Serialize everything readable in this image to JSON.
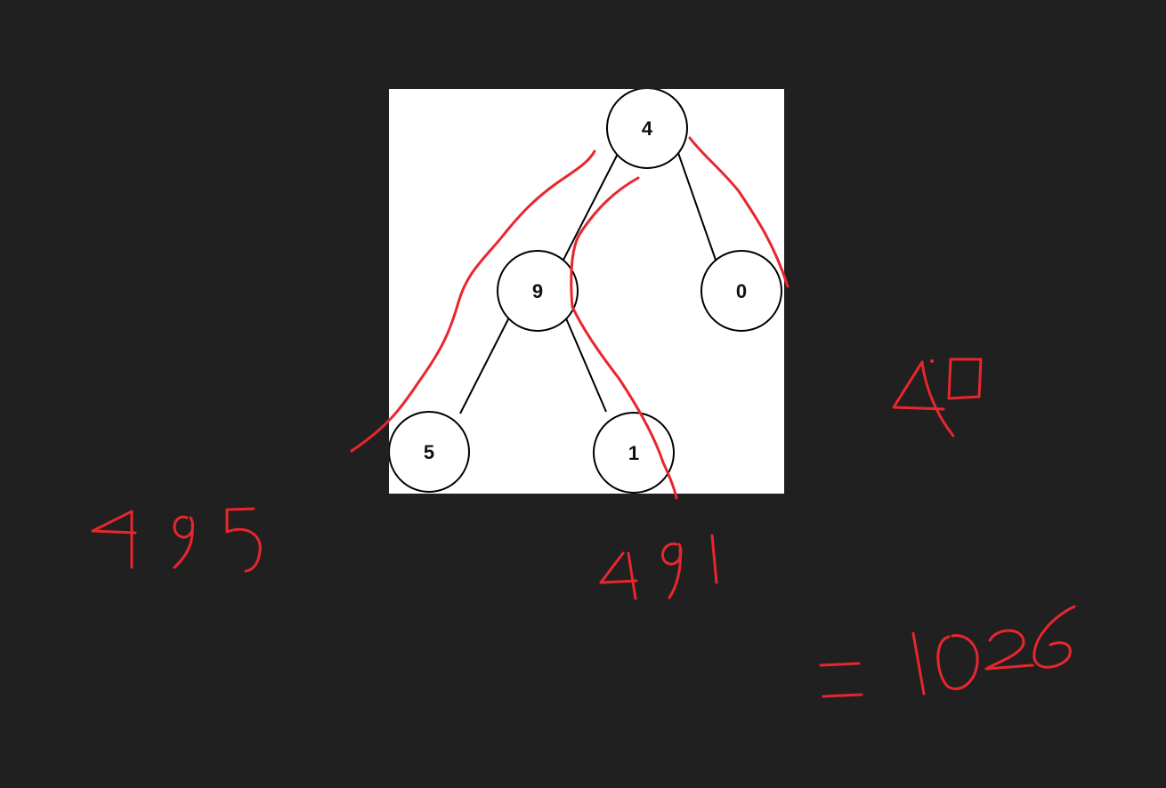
{
  "tree": {
    "nodes": [
      {
        "id": "root",
        "label": "4"
      },
      {
        "id": "left",
        "label": "9"
      },
      {
        "id": "right",
        "label": "0"
      },
      {
        "id": "left-left",
        "label": "5"
      },
      {
        "id": "left-right",
        "label": "1"
      }
    ],
    "edges": [
      {
        "from": "root",
        "to": "left"
      },
      {
        "from": "root",
        "to": "right"
      },
      {
        "from": "left",
        "to": "left-left"
      },
      {
        "from": "left",
        "to": "left-right"
      }
    ]
  },
  "annotations": {
    "path_495": "495",
    "path_491": "491",
    "path_40": "40",
    "total": "= 1026",
    "ink_color": "#e8262e"
  }
}
